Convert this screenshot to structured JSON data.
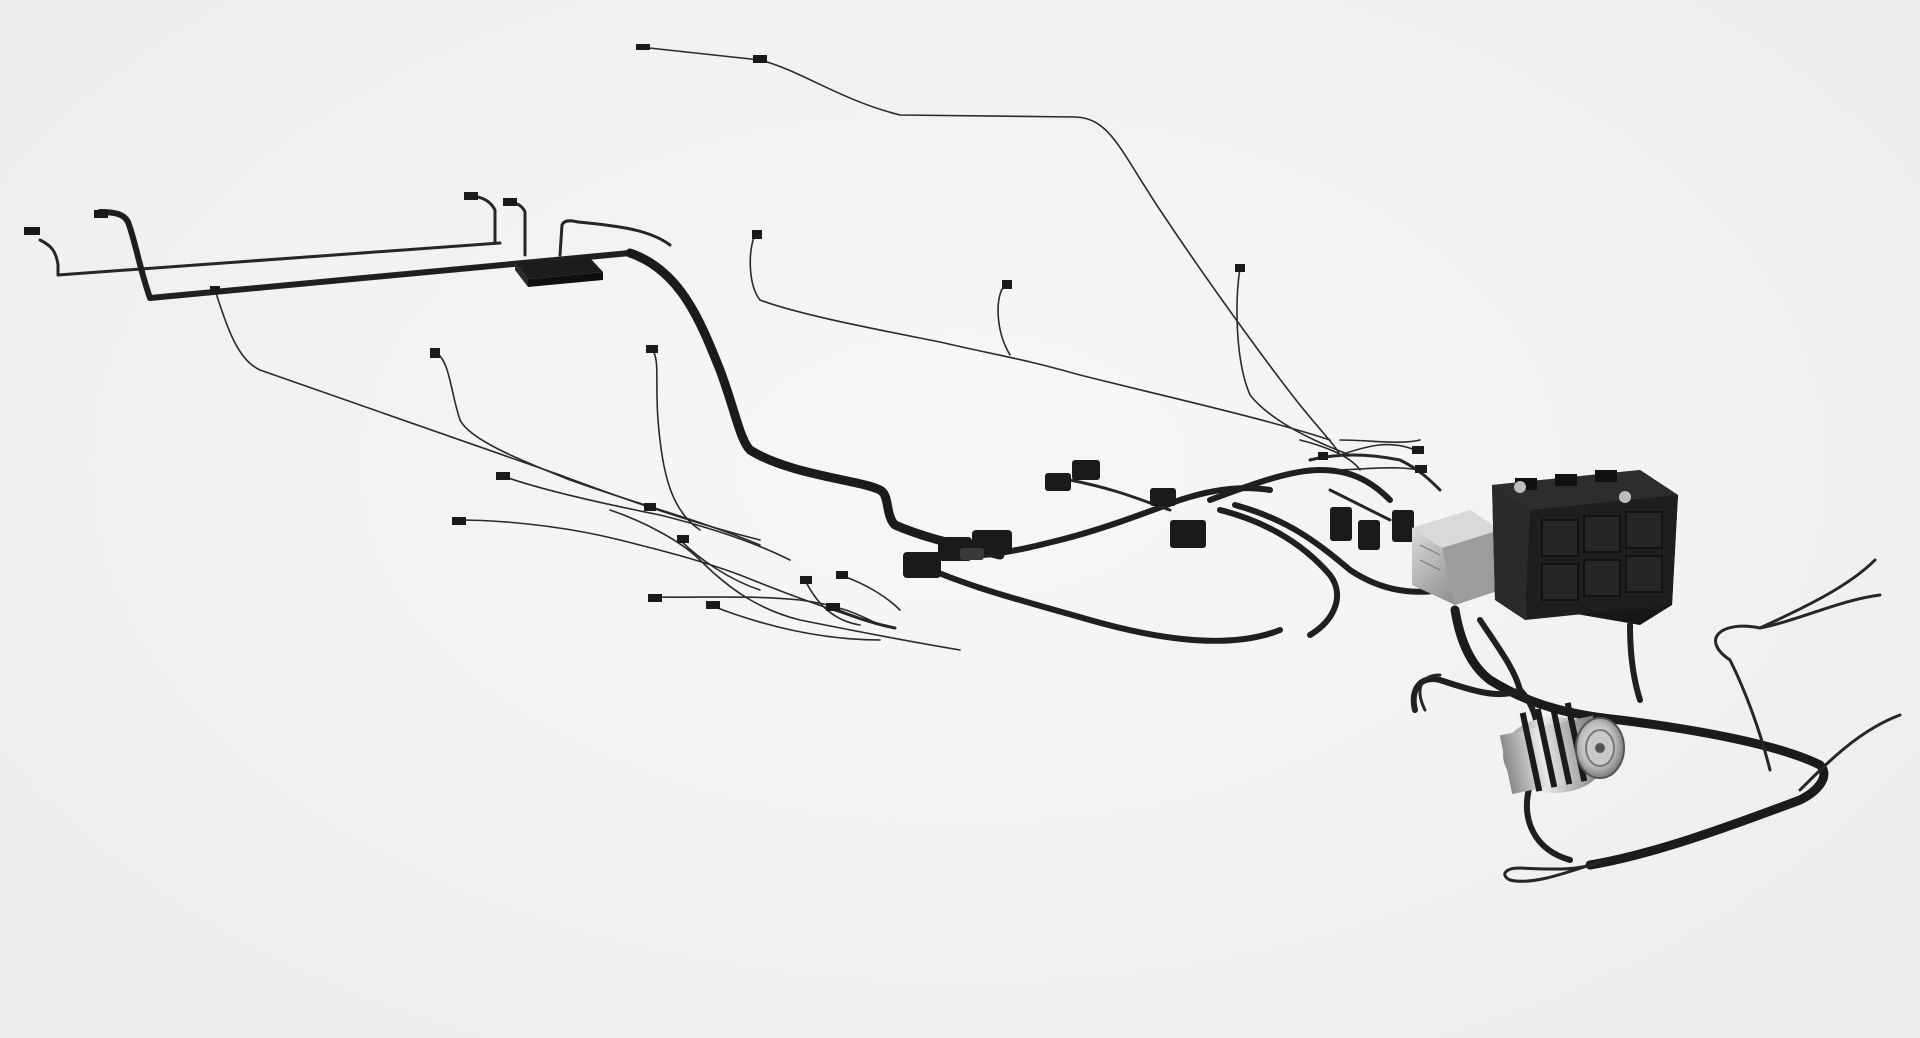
{
  "scene": {
    "subject": "wiring-harness-render",
    "background_color": "#f2f2f2",
    "wire_color": "#222222",
    "battery_color": "#222222",
    "metal_color": "#b8b8b8"
  },
  "components": [
    {
      "id": "battery",
      "icon": "battery-icon"
    },
    {
      "id": "fuse-box",
      "icon": "module-box-icon"
    },
    {
      "id": "alternator",
      "icon": "alternator-icon"
    },
    {
      "id": "ecu-module",
      "icon": "ecu-icon"
    }
  ]
}
